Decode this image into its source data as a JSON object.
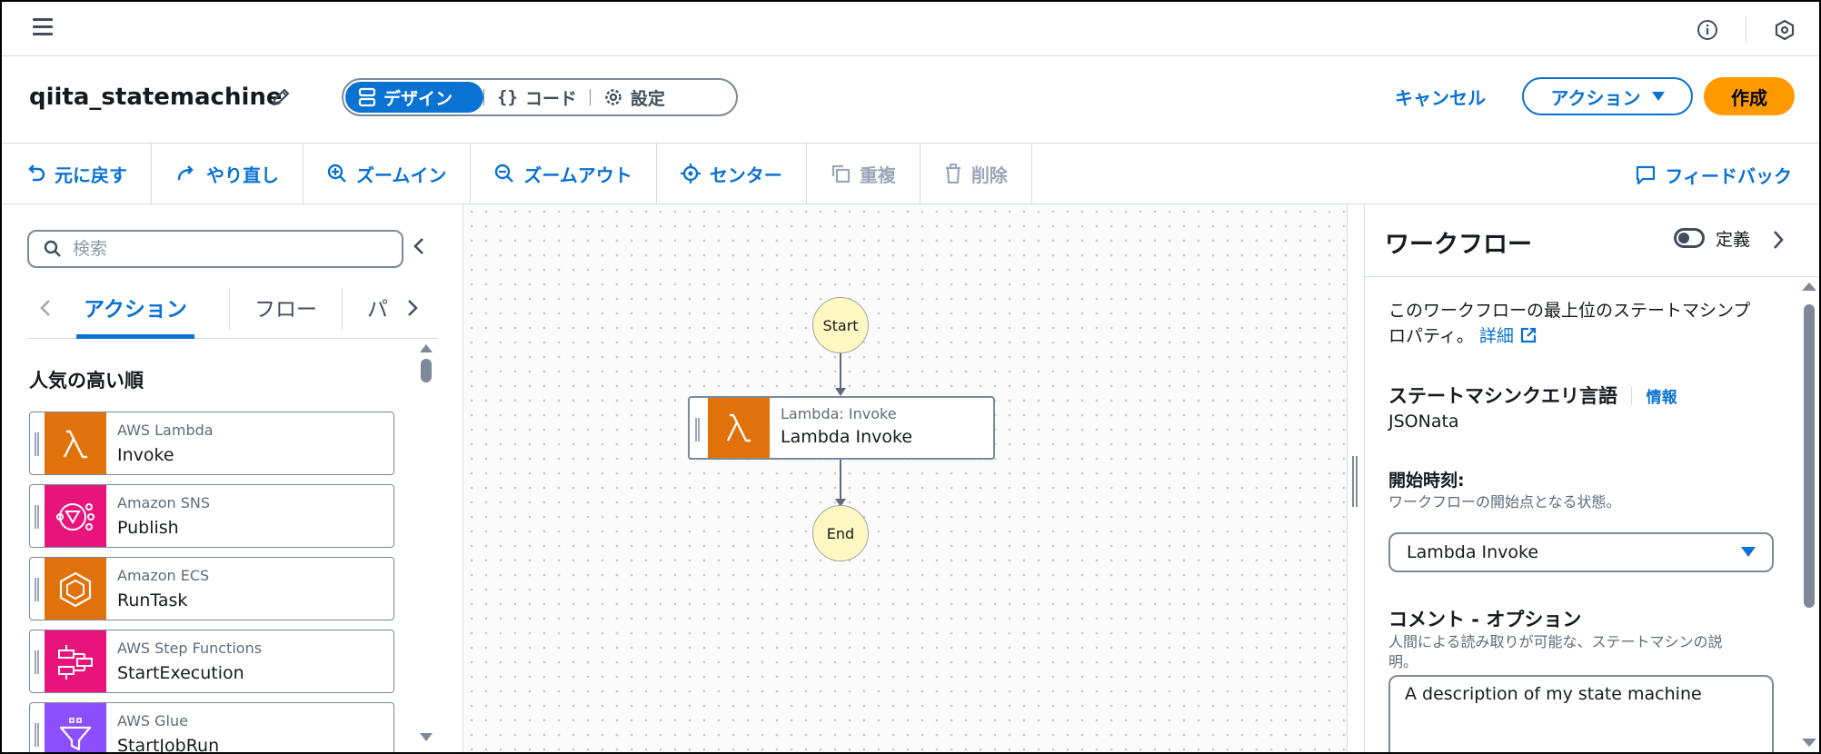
{
  "header": {
    "title": "qiita_statemachine",
    "modes": [
      {
        "label": "デザイン",
        "icon": "design-icon",
        "active": true
      },
      {
        "label": "コード",
        "icon": "code-braces-icon",
        "active": false
      },
      {
        "label": "設定",
        "icon": "gear-icon",
        "active": false
      }
    ],
    "cancel_label": "キャンセル",
    "actions_label": "アクション",
    "create_label": "作成"
  },
  "toolbar": {
    "undo": "元に戻す",
    "redo": "やり直し",
    "zoom_in": "ズームイン",
    "zoom_out": "ズームアウト",
    "center": "センター",
    "duplicate": "重複",
    "delete": "削除",
    "feedback": "フィードバック"
  },
  "left_panel": {
    "search_placeholder": "検索",
    "tabs": [
      "アクション",
      "フロー",
      "パ"
    ],
    "section_title": "人気の高い順",
    "items": [
      {
        "service": "AWS Lambda",
        "action": "Invoke",
        "icon": "lambda-icon",
        "color": "#e0710b"
      },
      {
        "service": "Amazon SNS",
        "action": "Publish",
        "icon": "sns-icon",
        "color": "#e7157b"
      },
      {
        "service": "Amazon ECS",
        "action": "RunTask",
        "icon": "ecs-icon",
        "color": "#e0710b"
      },
      {
        "service": "AWS Step Functions",
        "action": "StartExecution",
        "icon": "step-functions-icon",
        "color": "#e7157b"
      },
      {
        "service": "AWS Glue",
        "action": "StartJobRun",
        "icon": "glue-icon",
        "color": "#8c4fff"
      }
    ]
  },
  "canvas": {
    "start_label": "Start",
    "end_label": "End",
    "state": {
      "type": "Lambda: Invoke",
      "name": "Lambda Invoke"
    }
  },
  "right_panel": {
    "title": "ワークフロー",
    "toggle_label": "定義",
    "desc_line1": "このワークフローの最上位のステートマシンプ",
    "desc_line2": "ロパティ。",
    "details_link": "詳細",
    "query_lang_label": "ステートマシンクエリ言語",
    "info_link": "情報",
    "query_lang_value": "JSONata",
    "start_at_label": "開始時刻:",
    "start_at_desc": "ワークフローの開始点となる状態。",
    "start_at_value": "Lambda Invoke",
    "comment_label": "コメント - オプション",
    "comment_desc_line1": "人間による読み取りが可能な、ステートマシンの説",
    "comment_desc_line2": "明。",
    "comment_value": "A description of my state machine"
  },
  "colors": {
    "accent": "#0972d3",
    "primary_button": "#ff9900",
    "node_fill": "#fdf7c2"
  }
}
